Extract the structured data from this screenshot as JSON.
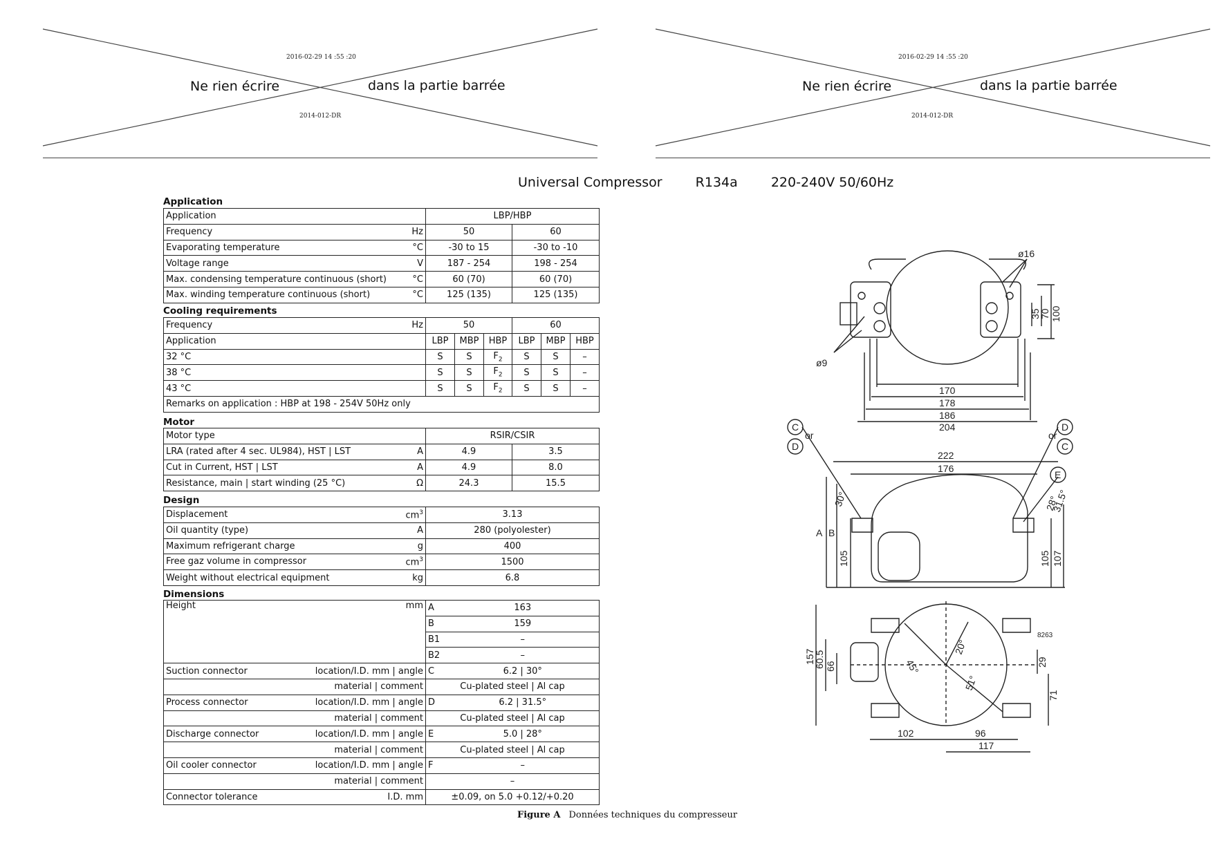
{
  "header": {
    "left": {
      "date": "2016-02-29 14 :55 :20",
      "text_left": "Ne rien écrire",
      "text_right": "dans la partie barrée",
      "code": "2014-012-DR"
    },
    "right": {
      "date": "2016-02-29 14 :55 :20",
      "text_left": "Ne rien écrire",
      "text_right": "dans la partie barrée",
      "code": "2014-012-DR"
    }
  },
  "title": {
    "product": "Universal Compressor",
    "refrigerant": "R134a",
    "power": "220-240V 50/60Hz"
  },
  "application": {
    "title": "Application",
    "rows": [
      {
        "label": "Application",
        "unit": "",
        "v50": "LBP/HBP",
        "v60": ""
      },
      {
        "label": "Frequency",
        "unit": "Hz",
        "v50": "50",
        "v60": "60"
      },
      {
        "label": "Evaporating temperature",
        "unit": "°C",
        "v50": "-30 to 15",
        "v60": "-30 to -10"
      },
      {
        "label": "Voltage range",
        "unit": "V",
        "v50": "187 - 254",
        "v60": "198 - 254"
      },
      {
        "label": "Max. condensing temperature continuous (short)",
        "unit": "°C",
        "v50": "60 (70)",
        "v60": "60 (70)"
      },
      {
        "label": "Max. winding temperature continuous (short)",
        "unit": "°C",
        "v50": "125 (135)",
        "v60": "125 (135)"
      }
    ]
  },
  "cooling": {
    "title": "Cooling requirements",
    "freq_label": "Frequency",
    "freq_unit": "Hz",
    "f50": "50",
    "f60": "60",
    "app_label": "Application",
    "cols": [
      "LBP",
      "MBP",
      "HBP",
      "LBP",
      "MBP",
      "HBP"
    ],
    "rows": [
      {
        "label": "32 °C",
        "vals": [
          "S",
          "S",
          "F",
          "S",
          "S",
          "–"
        ]
      },
      {
        "label": "38 °C",
        "vals": [
          "S",
          "S",
          "F",
          "S",
          "S",
          "–"
        ]
      },
      {
        "label": "43 °C",
        "vals": [
          "S",
          "S",
          "F",
          "S",
          "S",
          "–"
        ]
      }
    ],
    "f_sub": "2",
    "remarks": "Remarks on application : HBP at 198 - 254V 50Hz only"
  },
  "motor": {
    "title": "Motor",
    "rows": [
      {
        "label": "Motor type",
        "unit": "",
        "v50": "RSIR/CSIR",
        "v60": ""
      },
      {
        "label": "LRA (rated after 4 sec. UL984), HST | LST",
        "unit": "A",
        "v50": "4.9",
        "v60": "3.5"
      },
      {
        "label": "Cut in Current, HST | LST",
        "unit": "A",
        "v50": "4.9",
        "v60": "8.0"
      },
      {
        "label": "Resistance, main | start winding (25 °C)",
        "unit": "Ω",
        "v50": "24.3",
        "v60": "15.5"
      }
    ]
  },
  "design": {
    "title": "Design",
    "rows": [
      {
        "label": "Displacement",
        "unit": "cm",
        "sup": "3",
        "value": "3.13"
      },
      {
        "label": "Oil quantity (type)",
        "unit": "A",
        "sup": "",
        "value": "280 (polyolester)"
      },
      {
        "label": "Maximum refrigerant charge",
        "unit": "g",
        "sup": "",
        "value": "400"
      },
      {
        "label": "Free gaz volume in compressor",
        "unit": "cm",
        "sup": "3",
        "value": "1500"
      },
      {
        "label": "Weight without electrical equipment",
        "unit": "kg",
        "sup": "",
        "value": "6.8"
      }
    ]
  },
  "dimensions": {
    "title": "Dimensions",
    "height_label": "Height",
    "height_unit": "mm",
    "heights": [
      {
        "code": "A",
        "value": "163"
      },
      {
        "code": "B",
        "value": "159"
      },
      {
        "code": "B1",
        "value": "–"
      },
      {
        "code": "B2",
        "value": "–"
      }
    ],
    "connectors": [
      {
        "label": "Suction connector",
        "unit1": "location/I.D. mm | angle",
        "code": "C",
        "value1": "6.2 | 30°",
        "unit2": "material | comment",
        "value2": "Cu-plated steel | Al cap"
      },
      {
        "label": "Process connector",
        "unit1": "location/I.D. mm | angle",
        "code": "D",
        "value1": "6.2 | 31.5°",
        "unit2": "material | comment",
        "value2": "Cu-plated steel | Al cap"
      },
      {
        "label": "Discharge connector",
        "unit1": "location/I.D. mm | angle",
        "code": "E",
        "value1": "5.0 | 28°",
        "unit2": "material | comment",
        "value2": "Cu-plated steel | Al cap"
      },
      {
        "label": "Oil cooler connector",
        "unit1": "location/I.D. mm | angle",
        "code": "F",
        "value1": "–",
        "unit2": "material | comment",
        "value2": "–"
      }
    ],
    "tolerance": {
      "label": "Connector tolerance",
      "unit": "I.D. mm",
      "value": "±0.09, on 5.0 +0.12/+0.20"
    }
  },
  "figure": {
    "caption_label": "Figure A",
    "caption_text": "Données techniques du compresseur",
    "dims_top": {
      "d16": "ø16",
      "d9": "ø9",
      "d35": "35",
      "d70": "70",
      "d100": "100",
      "w170": "170",
      "w178": "178",
      "w186": "186",
      "w204": "204"
    },
    "dims_side": {
      "w222": "222",
      "w176": "176",
      "a30": "30°",
      "a315": "31.5°",
      "a28": "28°",
      "h105a": "105",
      "h105b": "105",
      "h107": "107",
      "lA": "A",
      "lB": "B",
      "or1": "or",
      "or2": "or",
      "cC1": "C",
      "cD1": "D",
      "cD2": "D",
      "cC2": "C",
      "cE": "E"
    },
    "dims_bottom": {
      "h157": "157",
      "h605": "60.5",
      "h66": "66",
      "a45": "45°",
      "a20": "20°",
      "a51": "51°",
      "h29": "29",
      "h71": "71",
      "w102": "102",
      "w96": "96",
      "w117": "117",
      "code": "8263"
    }
  }
}
